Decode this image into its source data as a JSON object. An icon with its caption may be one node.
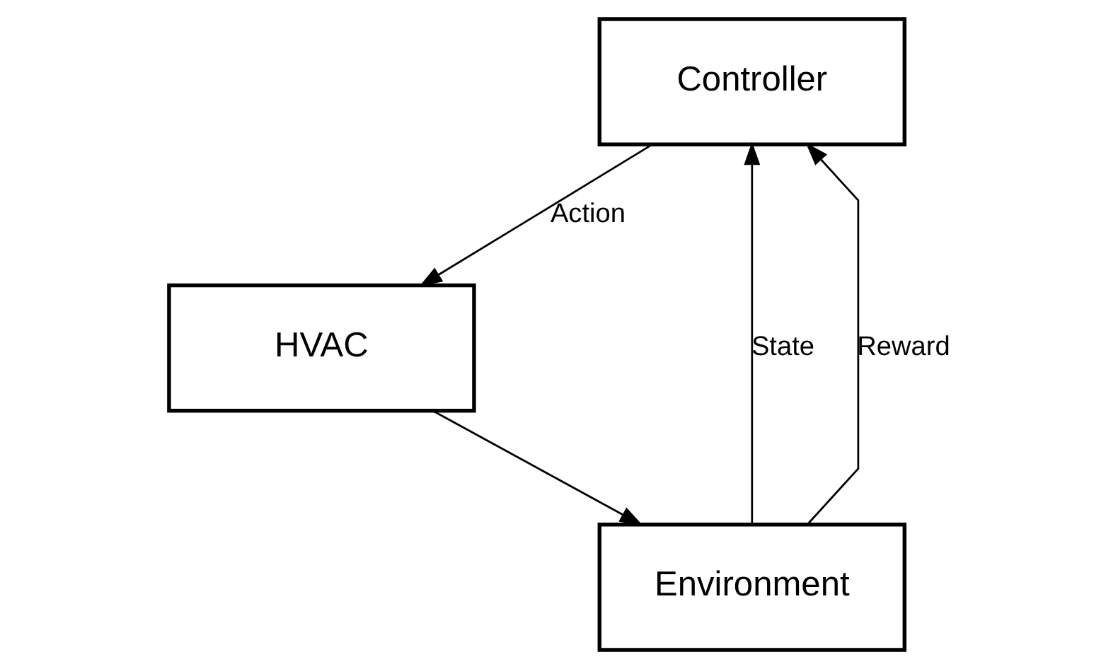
{
  "diagram": {
    "nodes": [
      {
        "text": [
          "Controller"
        ]
      },
      {
        "text": [
          "HVAC"
        ]
      },
      {
        "text": [
          "Environment"
        ]
      }
    ],
    "edges": [
      {
        "from": 0,
        "to": 1,
        "arrow": "to",
        "label": "Action"
      },
      {
        "from": 1,
        "to": 2,
        "arrow": "to"
      },
      {
        "from": 2,
        "to": 0,
        "arrow": "to",
        "label": "State"
      },
      {
        "from": 2,
        "to": 0,
        "arrow": "to",
        "label": "Reward"
      }
    ]
  }
}
